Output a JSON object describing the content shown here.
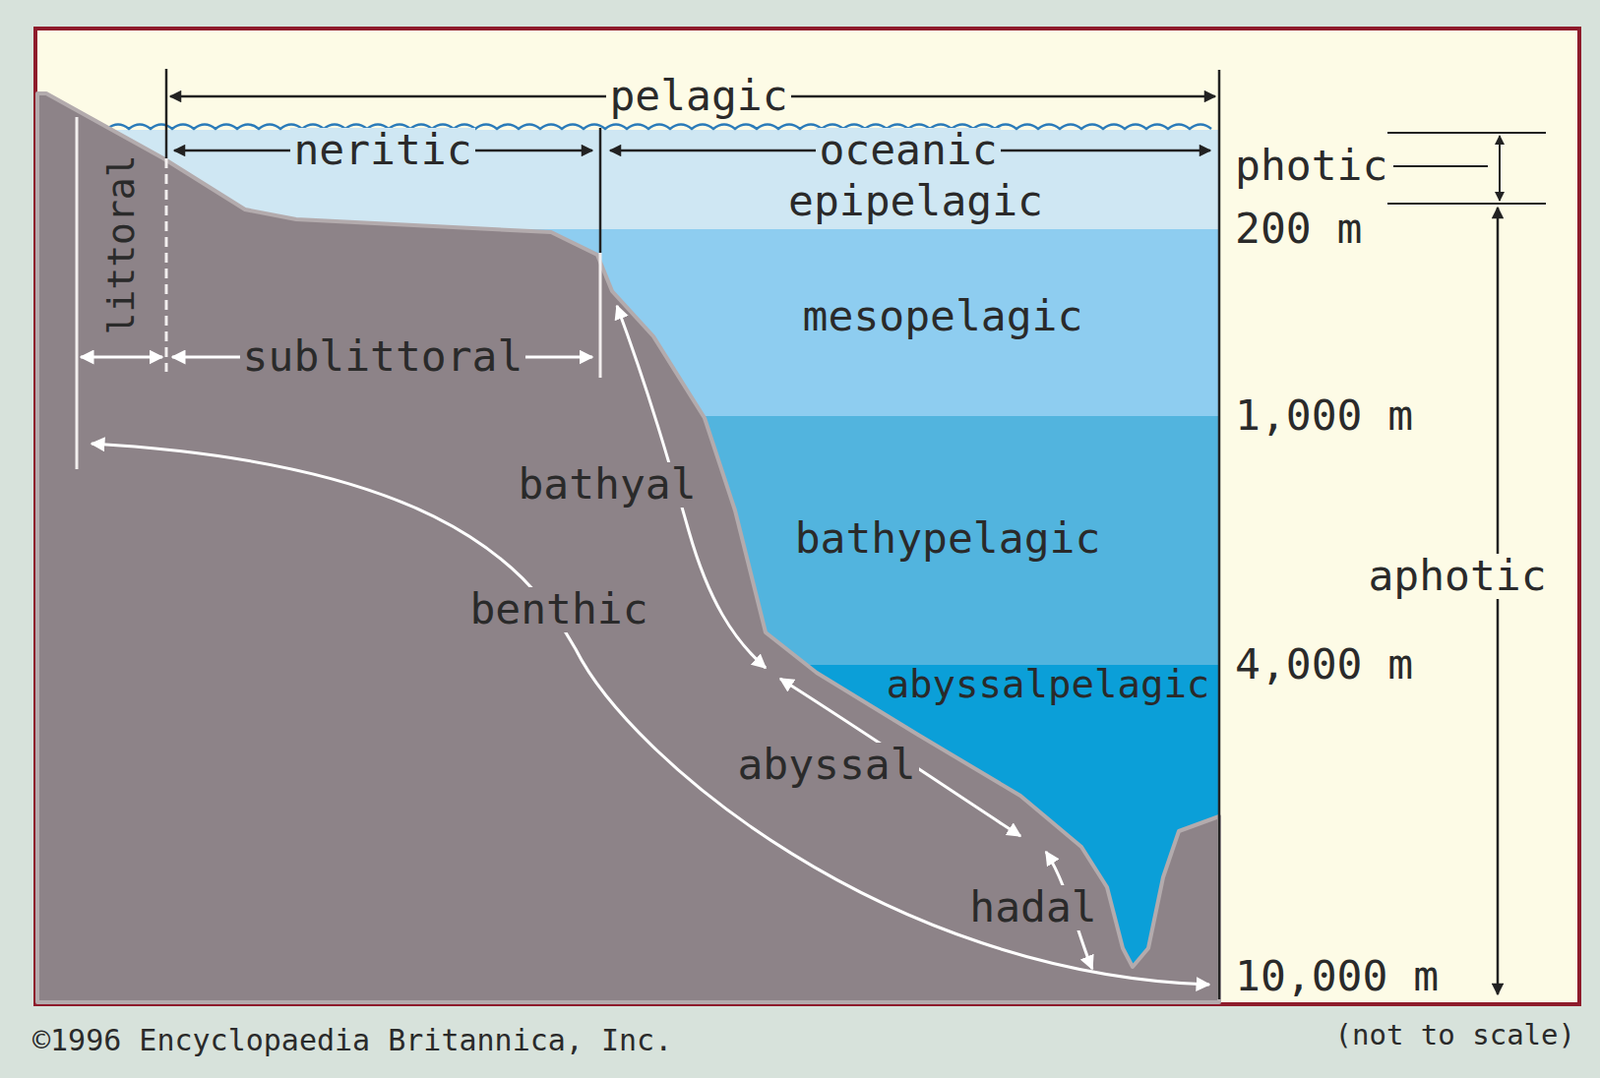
{
  "diagram": {
    "nodes": [
      {
        "text": [
          "epipelagic"
        ]
      },
      {
        "text": [
          "mesopelagic"
        ]
      },
      {
        "text": [
          "bathypelagic"
        ]
      },
      {
        "text": [
          "abyssalpelagic"
        ]
      }
    ],
    "labels": [
      "pelagic",
      "neritic",
      "oceanic",
      "littoral",
      "sublittoral",
      "bathyal",
      "benthic",
      "abyssal",
      "hadal",
      "photic",
      "200 m",
      "1,000 m",
      "4,000 m",
      "10,000 m",
      "aphotic",
      "©1996 Encyclopaedia Britannica, Inc.",
      "(not to scale)"
    ]
  }
}
